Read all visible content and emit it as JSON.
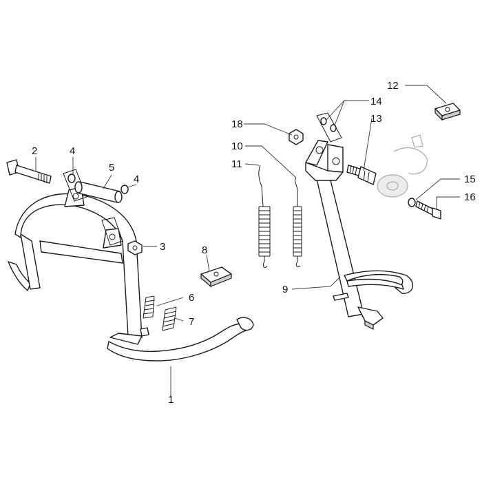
{
  "callouts": [
    {
      "id": "1",
      "text": "1"
    },
    {
      "id": "2",
      "text": "2"
    },
    {
      "id": "3",
      "text": "3"
    },
    {
      "id": "4a",
      "text": "4"
    },
    {
      "id": "4b",
      "text": "4"
    },
    {
      "id": "5",
      "text": "5"
    },
    {
      "id": "6",
      "text": "6"
    },
    {
      "id": "7",
      "text": "7"
    },
    {
      "id": "8",
      "text": "8"
    },
    {
      "id": "9",
      "text": "9"
    },
    {
      "id": "10",
      "text": "10"
    },
    {
      "id": "11",
      "text": "11"
    },
    {
      "id": "12",
      "text": "12"
    },
    {
      "id": "13",
      "text": "13"
    },
    {
      "id": "14",
      "text": "14"
    },
    {
      "id": "15",
      "text": "15"
    },
    {
      "id": "16",
      "text": "16"
    },
    {
      "id": "18",
      "text": "18"
    }
  ]
}
